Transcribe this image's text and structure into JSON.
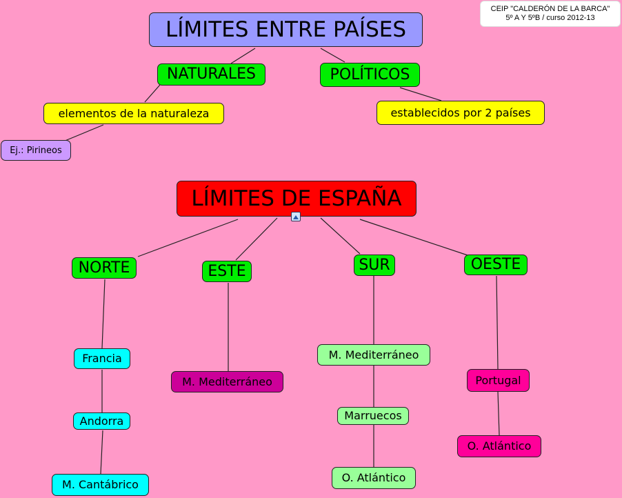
{
  "credit": {
    "line1": "CEIP \"CALDERÓN DE LA BARCA\"",
    "line2": "5º A Y 5ºB / curso 2012-13"
  },
  "map": {
    "limites_paises": "LÍMITES ENTRE PAÍSES",
    "naturales": "NATURALES",
    "politicos": "POLÍTICOS",
    "elementos": "elementos de la naturaleza",
    "establecidos": "establecidos por 2 países",
    "ejemplo": "Ej.: Pirineos",
    "limites_espana": "LÍMITES DE ESPAÑA",
    "norte": "NORTE",
    "este": "ESTE",
    "sur": "SUR",
    "oeste": "OESTE",
    "francia": "Francia",
    "andorra": "Andorra",
    "cantabrico": "M. Cantábrico",
    "este_mediterraneo": "M. Mediterráneo",
    "sur_mediterraneo": "M. Mediterráneo",
    "marruecos": "Marruecos",
    "sur_atlantico": "O. Atlántico",
    "portugal": "Portugal",
    "oeste_atlantico": "O. Atlántico"
  },
  "colors": {
    "background": "#ff99c8",
    "title_blue": "#9999ff",
    "title_red": "#ff0000",
    "category_green": "#00ee00",
    "yellow": "#ffff00",
    "lavender": "#cc99ff",
    "cyan": "#00ffff",
    "magenta": "#cc0099",
    "light_green": "#99ff99",
    "pink_magenta": "#ff0099"
  }
}
